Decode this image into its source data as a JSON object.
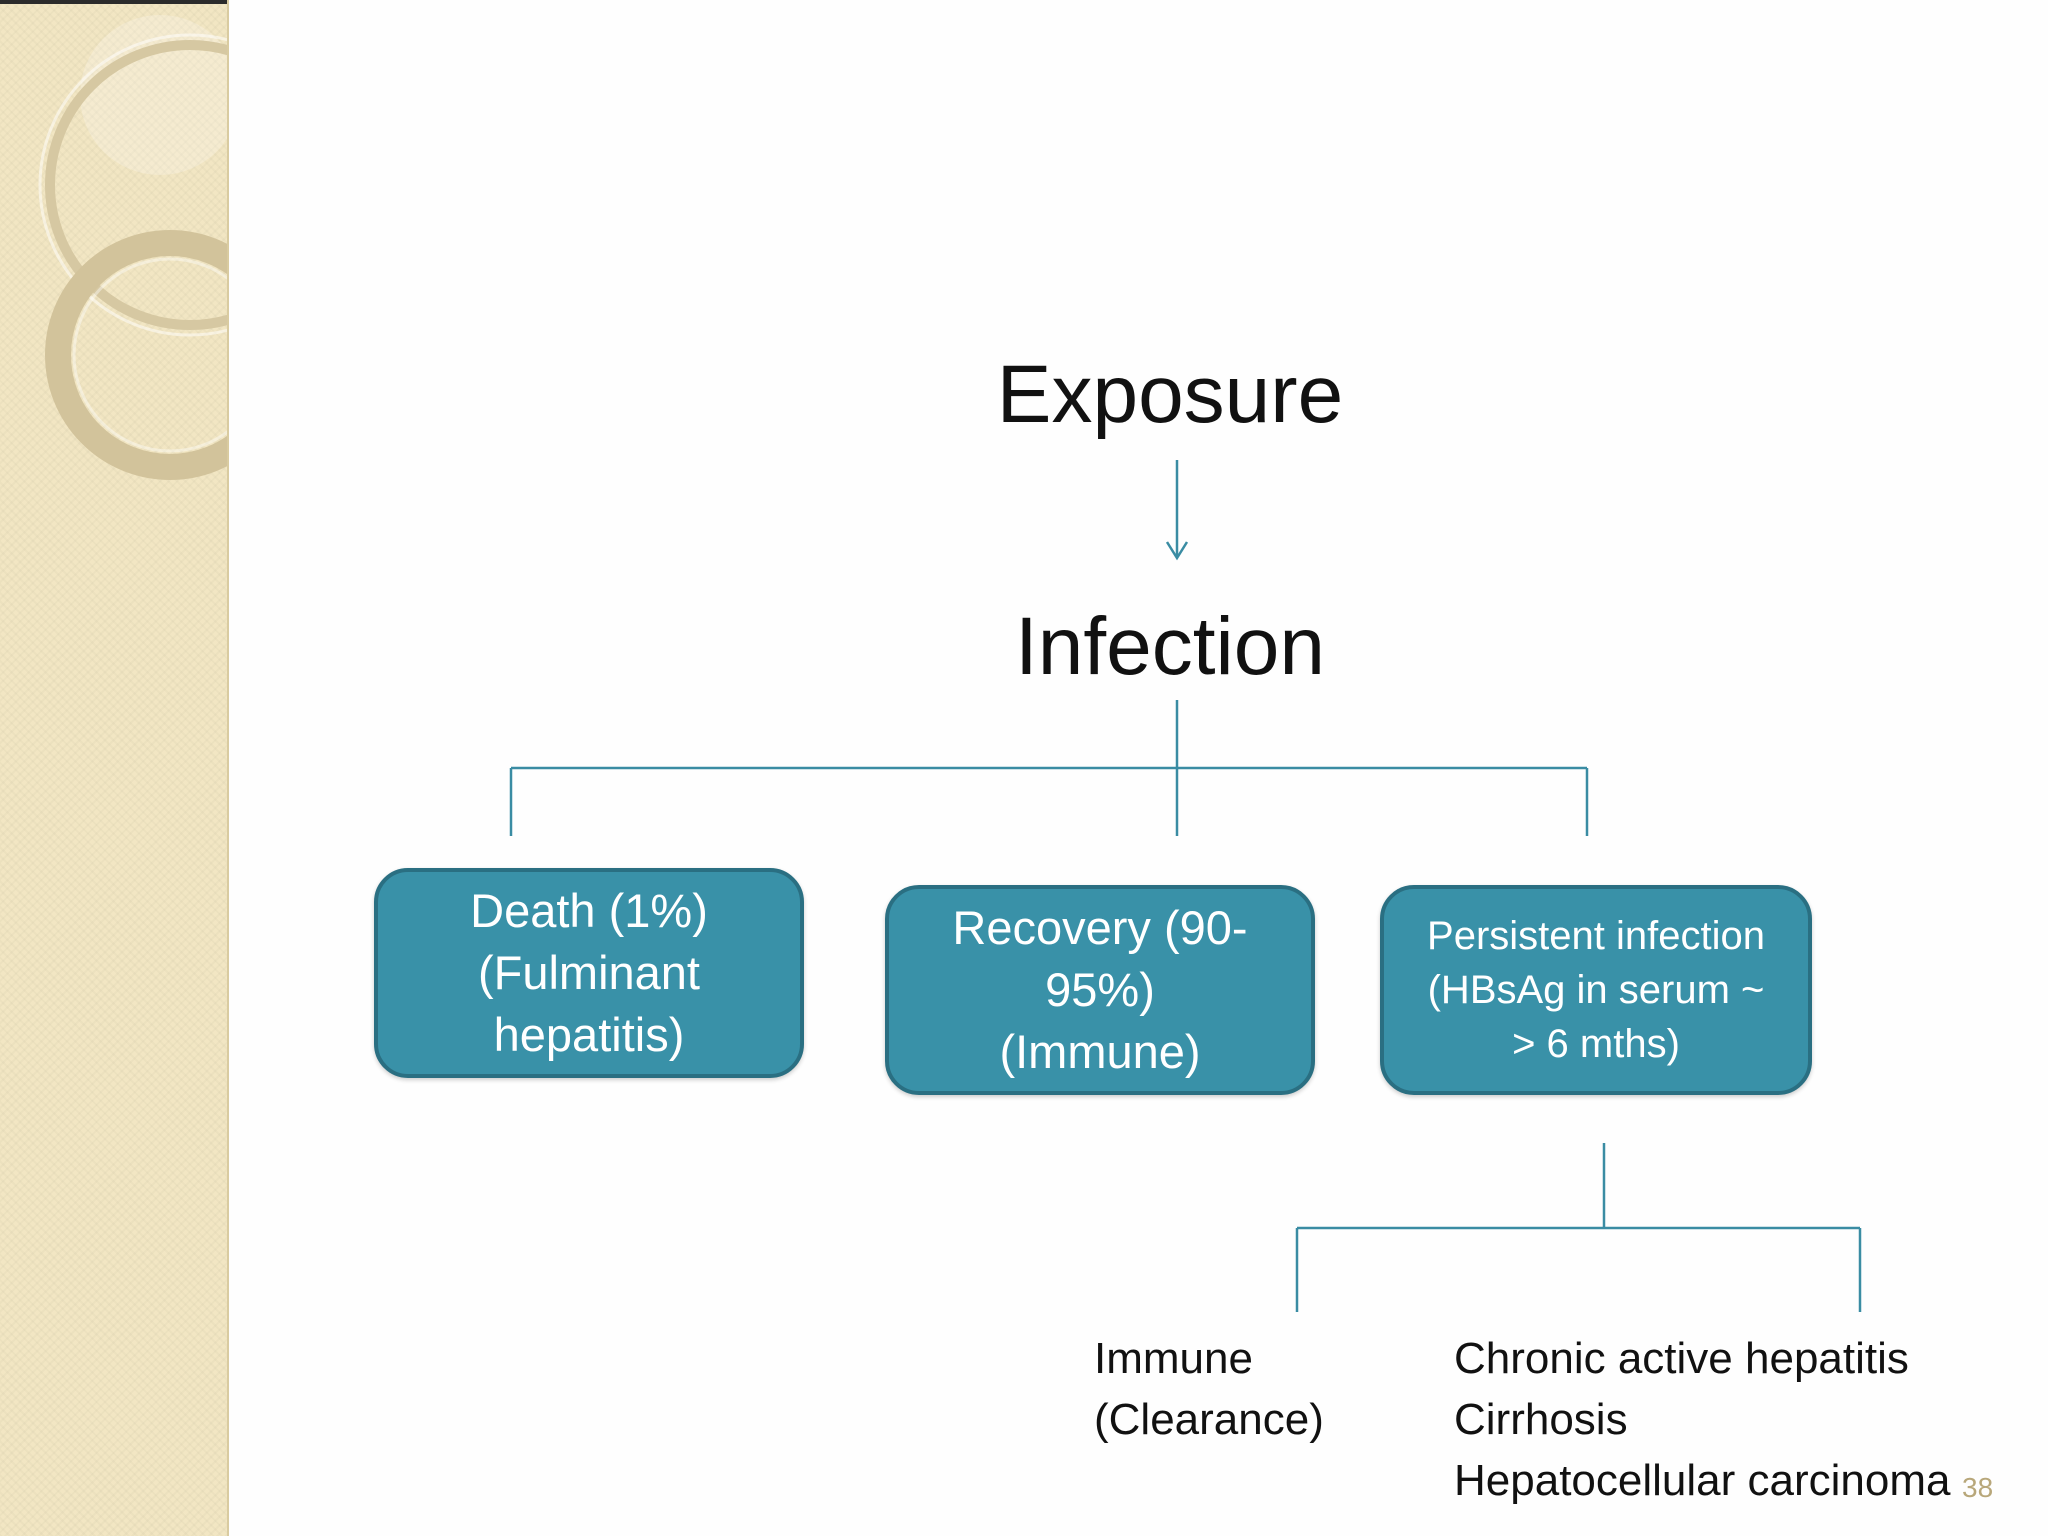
{
  "diagram": {
    "nodes": {
      "exposure": "Exposure",
      "infection": "Infection",
      "death": [
        "Death (1%)",
        "(Fulminant",
        "hepatitis)"
      ],
      "recovery": [
        "Recovery (90-",
        "95%)",
        "(Immune)"
      ],
      "persistent": [
        "Persistent infection",
        "(HBsAg in serum ~",
        "> 6 mths)"
      ],
      "immune": [
        "Immune",
        "(Clearance)"
      ],
      "chronic": [
        "Chronic active hepatitis",
        "Cirrhosis",
        "Hepatocellular carcinoma"
      ]
    },
    "edges": [
      [
        "exposure",
        "infection"
      ],
      [
        "infection",
        "death"
      ],
      [
        "infection",
        "recovery"
      ],
      [
        "infection",
        "persistent"
      ],
      [
        "persistent",
        "immune"
      ],
      [
        "persistent",
        "chronic"
      ]
    ]
  },
  "page_number": "38",
  "colors": {
    "box_fill": "#3991a8",
    "box_border": "#2a6f82",
    "connector": "#3a8ca3",
    "sidebar": "#f2e6c3"
  }
}
